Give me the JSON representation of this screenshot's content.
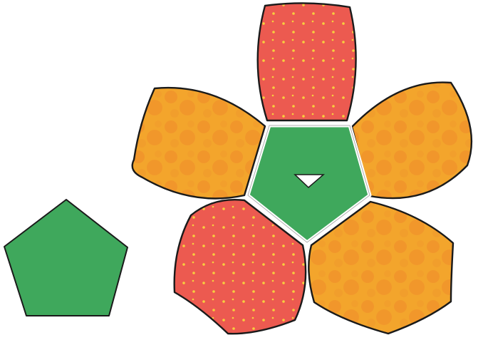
{
  "figure": {
    "pieces": [
      {
        "kind": "pentagon",
        "role": "loose",
        "color": "green"
      },
      {
        "kind": "pentagon",
        "role": "center",
        "color": "green",
        "cutout": "triangle"
      },
      {
        "kind": "petal",
        "position": "top",
        "color": "red",
        "pattern": "dots"
      },
      {
        "kind": "petal",
        "position": "upper-left",
        "color": "orange",
        "pattern": "mottled"
      },
      {
        "kind": "petal",
        "position": "upper-right",
        "color": "orange",
        "pattern": "mottled"
      },
      {
        "kind": "petal",
        "position": "lower-left",
        "color": "red",
        "pattern": "dots"
      },
      {
        "kind": "petal",
        "position": "lower-right",
        "color": "orange",
        "pattern": "mottled"
      }
    ],
    "colors": {
      "green": "#3fa85c",
      "red": "#ec5a50",
      "orange": "#f3a52c",
      "orange_mottle": "#ef8a2a",
      "dots": "#f7cf3e",
      "outline": "#1a1a1a",
      "background": "#ffffff"
    }
  }
}
